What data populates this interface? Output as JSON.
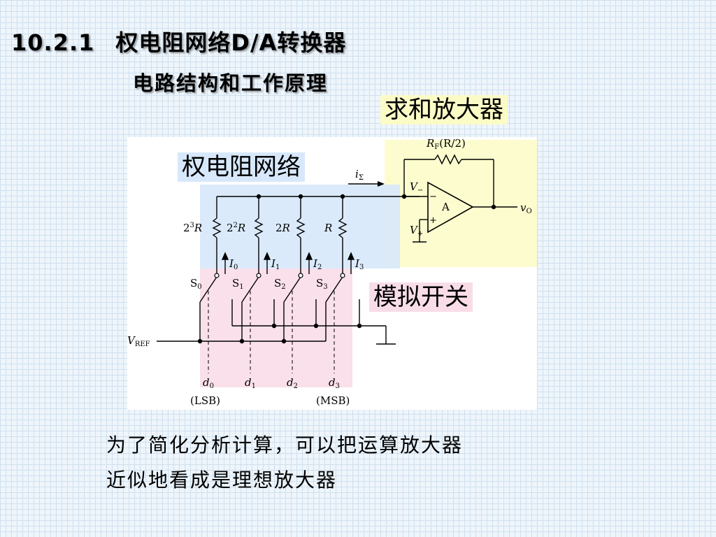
{
  "title": {
    "number": "10.2.1",
    "text": "权电阻网络D/A转换器"
  },
  "subtitle": "电路结构和工作原理",
  "callouts": {
    "summing_amplifier": "求和放大器",
    "resistor_network": "权电阻网络",
    "analog_switch": "模拟开关"
  },
  "colors": {
    "amplifier_region": "#fbfbc6",
    "network_region": "#d7e8fb",
    "switch_region": "#f8dde8"
  },
  "circuit": {
    "feedback_resistor": {
      "main": "R",
      "sub": "F",
      "value": "(R/2)"
    },
    "current_sum": {
      "main": "i",
      "sub": "Σ"
    },
    "v_minus": {
      "main": "V",
      "sub": "−"
    },
    "v_plus": {
      "main": "V",
      "sub": "+"
    },
    "amp": "A",
    "output": {
      "main": "v",
      "sub": "O"
    },
    "vref": {
      "main": "V",
      "sub": "REF"
    },
    "resistors": [
      {
        "base": "2",
        "exp": "3",
        "unit": "R"
      },
      {
        "base": "2",
        "exp": "2",
        "unit": "R"
      },
      {
        "base": "2",
        "exp": "",
        "unit": "R"
      },
      {
        "base": "",
        "exp": "",
        "unit": "R"
      }
    ],
    "currents": [
      {
        "main": "I",
        "sub": "0"
      },
      {
        "main": "I",
        "sub": "1"
      },
      {
        "main": "I",
        "sub": "2"
      },
      {
        "main": "I",
        "sub": "3"
      }
    ],
    "switches": [
      {
        "main": "S",
        "sub": "0"
      },
      {
        "main": "S",
        "sub": "1"
      },
      {
        "main": "S",
        "sub": "2"
      },
      {
        "main": "S",
        "sub": "3"
      }
    ],
    "digits": [
      {
        "main": "d",
        "sub": "0"
      },
      {
        "main": "d",
        "sub": "1"
      },
      {
        "main": "d",
        "sub": "2"
      },
      {
        "main": "d",
        "sub": "3"
      }
    ],
    "lsb": "(LSB)",
    "msb": "(MSB)"
  },
  "caption": [
    "为了简化分析计算，可以把运算放大器",
    "近似地看成是理想放大器"
  ]
}
